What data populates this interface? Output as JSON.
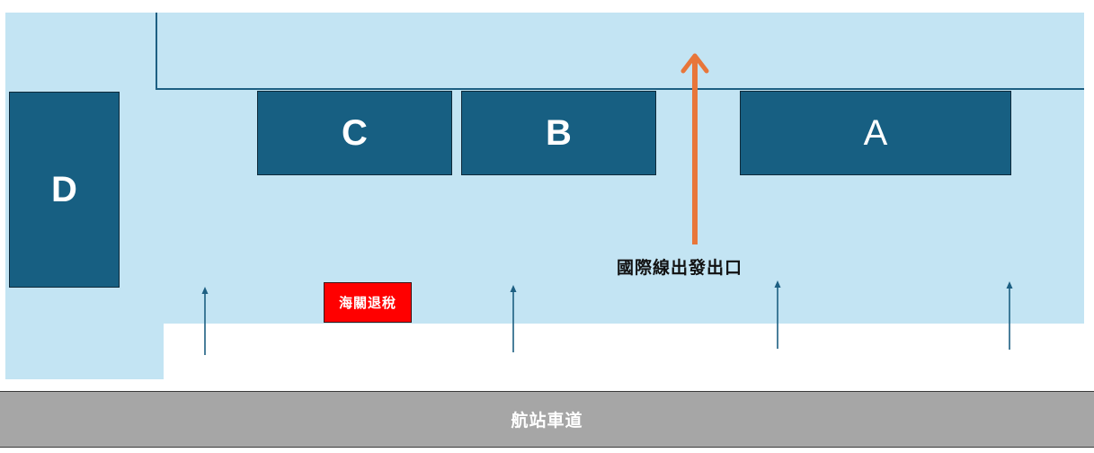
{
  "counters": {
    "a": "A",
    "b": "B",
    "c": "C",
    "d": "D"
  },
  "exit_label": "國際線出發出口",
  "tax_refund_label": "海關退稅",
  "driveway_label": "航站車道",
  "colors": {
    "zone": "#c3e4f3",
    "counter": "#175f82",
    "exit_arrow": "#e8763a",
    "tax_badge": "#ff0000",
    "driveway": "#a6a6a6",
    "entrance_arrow": "#1d5f82"
  },
  "icons": {
    "exit_arrow": "up-arrow-icon",
    "entrance_arrow": "up-arrow-icon"
  }
}
